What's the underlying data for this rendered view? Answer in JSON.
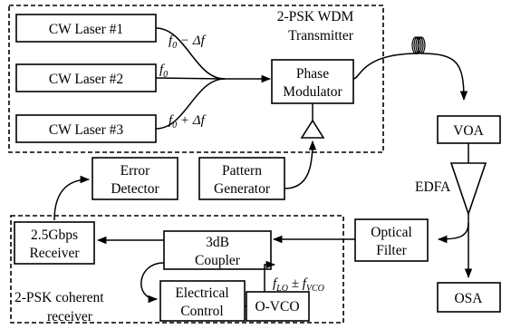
{
  "title": {
    "line1": "2-PSK WDM",
    "line2": "Transmitter"
  },
  "blocks": {
    "laser1": "CW Laser #1",
    "laser2": "CW Laser #2",
    "laser3": "CW Laser #3",
    "phase_mod_line1": "Phase",
    "phase_mod_line2": "Modulator",
    "voa": "VOA",
    "edfa": "EDFA",
    "pattern_gen_line1": "Pattern",
    "pattern_gen_line2": "Generator",
    "error_det_line1": "Error",
    "error_det_line2": "Detector",
    "optical_filter_line1": "Optical",
    "optical_filter_line2": "Filter",
    "osa": "OSA",
    "receiver_line1": "2.5Gbps",
    "receiver_line2": "Receiver",
    "coupler_line1": "3dB",
    "coupler_line2": "Coupler",
    "elec_ctrl_line1": "Electrical",
    "elec_ctrl_line2": "Control",
    "ovco": "O-VCO"
  },
  "receiver_group": {
    "line1": "2-PSK coherent",
    "line2": "receiver"
  },
  "freq_labels": {
    "f1_main": "f",
    "f1_sub": "0",
    "f1_rest": " − Δf",
    "f2_main": "f",
    "f2_sub": "0",
    "f3_main": "f",
    "f3_sub": "0",
    "f3_rest": " + Δf",
    "flo_main": "f",
    "flo_sub": "LO",
    "flo_mid": " ± f",
    "flo_sub2": "VCO"
  }
}
